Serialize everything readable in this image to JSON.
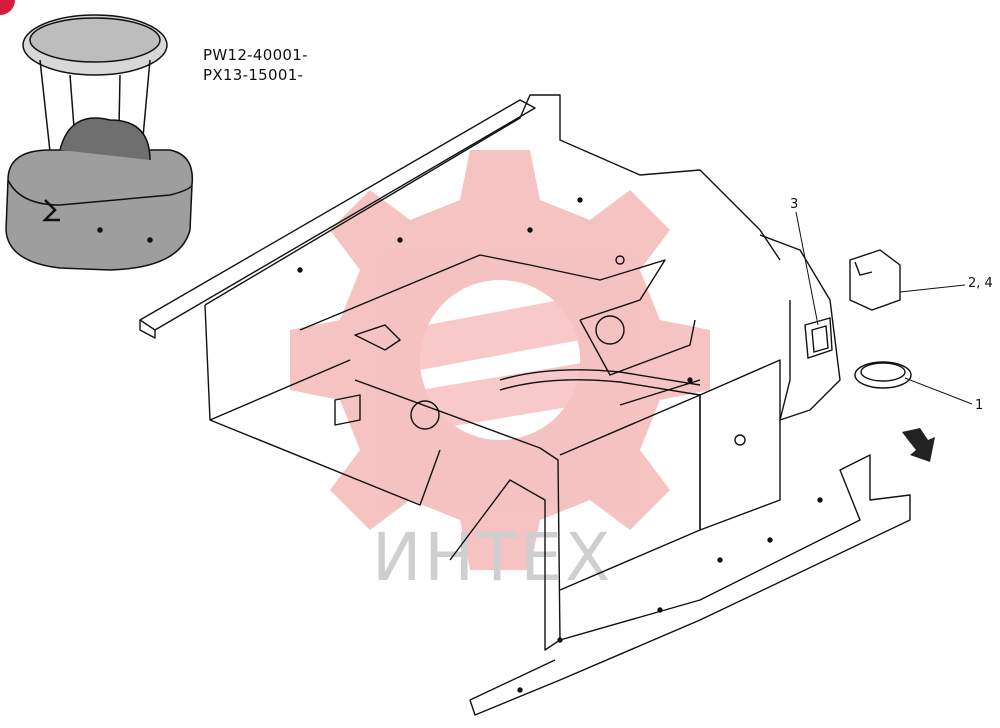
{
  "serial_ranges": [
    "PW12-40001-",
    "PX13-15001-"
  ],
  "callouts": {
    "part_1": "1",
    "part_2_4": "2, 4",
    "part_3": "3"
  },
  "watermark": {
    "text": "ИНТЕХ",
    "gear_color": "#f4b8b8",
    "text_color": "#cfcfcf"
  },
  "accent_marker_color": "#d81b3c",
  "icons": [
    "machine-thumbnail-icon",
    "direction-arrow-icon",
    "watermark-gear-logo"
  ]
}
